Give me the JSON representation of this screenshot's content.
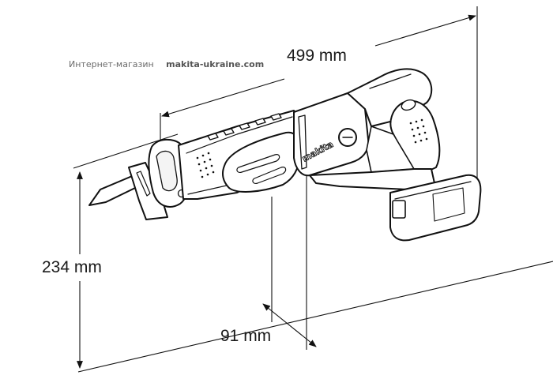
{
  "watermark": {
    "label": "Интернет-магазин",
    "site": "makita-ukraine.com"
  },
  "dimensions": {
    "length": "499 mm",
    "height": "234 mm",
    "width": "91 mm"
  },
  "product": {
    "brand_logo_text": "makita",
    "type": "cordless reciprocating saw with battery"
  },
  "colors": {
    "line": "#111111",
    "background": "#ffffff",
    "watermark_text": "#6b6b6b"
  }
}
